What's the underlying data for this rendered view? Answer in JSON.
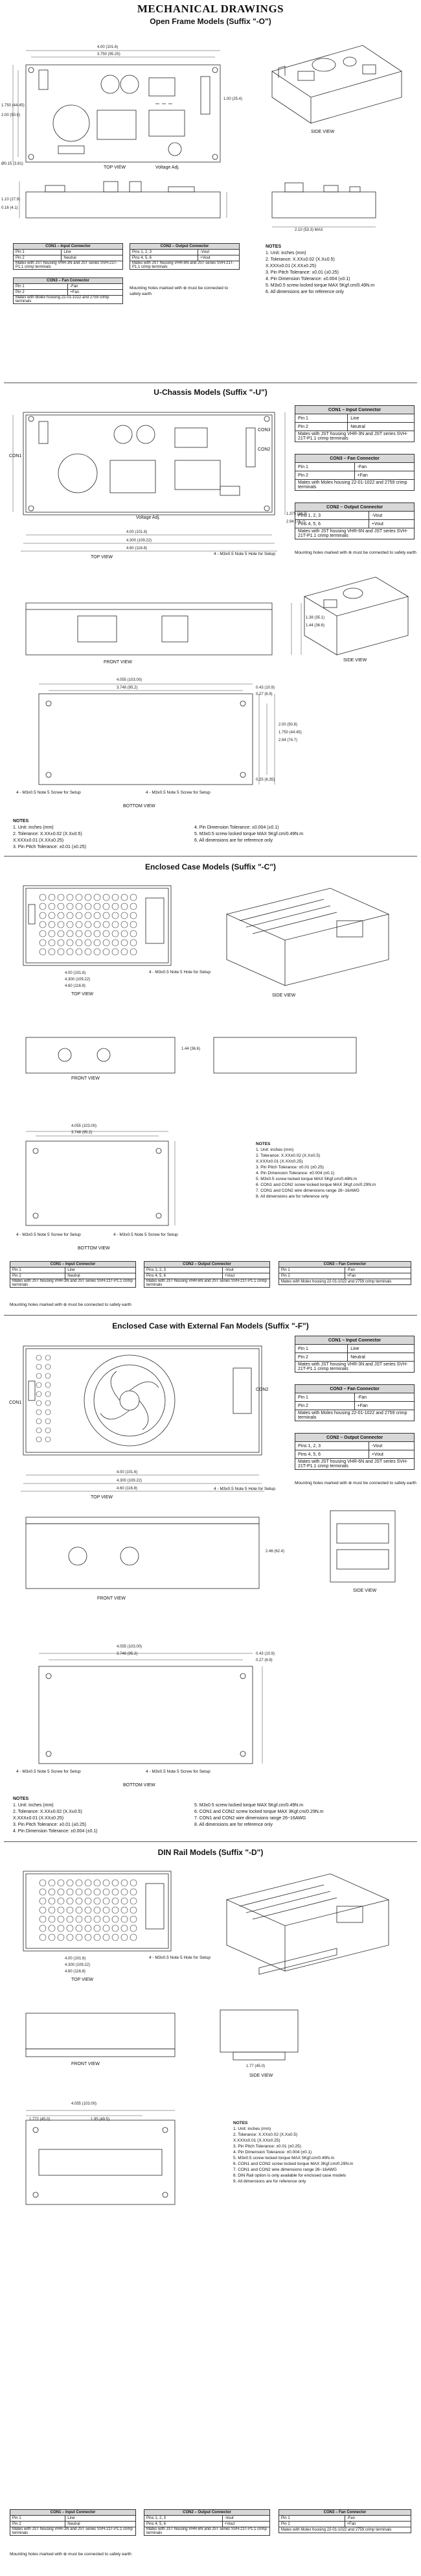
{
  "page": {
    "title": "MECHANICAL DRAWINGS"
  },
  "sections": {
    "open_frame": {
      "title": "Open Frame Models (Suffix \"-O\")",
      "top_view": "TOP VIEW",
      "side_view": "SIDE VIEW",
      "voltage_adj": "Voltage Adj.",
      "dims": {
        "w1": "4.00 (101.6)",
        "w2": "3.750 (95.25)",
        "h1": "1.750 (44.45)",
        "h2": "2.00 (50.8)",
        "side_h1": "1.10 (27.9)",
        "side_h2": "0.16 (4.1)",
        "dia": "Ø0.15 (3.81)",
        "pin_h": "1.00 (25.4)",
        "front_w": "2.10 (53.3) MAX"
      },
      "notes": {
        "title": "NOTES",
        "items": [
          "1. Unit: inches (mm)",
          "2. Tolerance: X.XX±0.02 (X.X±0.5)",
          "          X.XXX±0.01 (X.XX±0.25)",
          "3. Pin Pitch Tolerance: ±0.01 (±0.25)",
          "4. Pin Dimension Tolerance: ±0.004 (±0.1)",
          "5. M3x0.5 screw locked torque MAX 5Kgf.cm/0.49N.m",
          "6. All dimensions are for reference only"
        ]
      },
      "con1": {
        "header": "CON1 – Input Connector",
        "rows": [
          [
            "Pin 1",
            "Line"
          ],
          [
            "Pin 2",
            "Neutral"
          ]
        ],
        "mates": "Mates with JST housing VHR-3N and JST series SVH-21T-P1.1 crimp terminals"
      },
      "con2": {
        "header": "CON2 – Output Connector",
        "rows": [
          [
            "Pins 1, 2, 3",
            "-Vout"
          ],
          [
            "Pins 4, 5, 6",
            "+Vout"
          ]
        ],
        "mates": "Mates with JST housing VHR-6N and JST series SVH-21T-P1.1 crimp terminals"
      },
      "con3": {
        "header": "CON3 – Fan Connector",
        "rows": [
          [
            "Pin 1",
            "-Fan"
          ],
          [
            "Pin 2",
            "+Fan"
          ]
        ],
        "mates": "Mates with Molex housing 22-01-1022 and 2759 crimp terminals"
      },
      "mounting": "Mounting holes marked with ⊕ must be connected to safety earth"
    },
    "u_chassis": {
      "title": "U-Chassis Models (Suffix \"-U\")",
      "top_view": "TOP VIEW",
      "front_view": "FRONT VIEW",
      "side_view": "SIDE VIEW",
      "bottom_view": "BOTTOM VIEW",
      "voltage_adj": "Voltage Adj.",
      "con1_lbl": "CON1",
      "con2_lbl": "CON2",
      "con3_lbl": "CON3",
      "hole_note": "4 - M3x0.5 Note 5 Hole for Setup",
      "screw_note_l": "4 - M3x0.5 Note 5 Screw for Setup",
      "screw_note_r": "4 - M3x0.5 Note 5 Screw for Setup",
      "dims": {
        "w1": "4.00 (101.6)",
        "w2": "4.300 (109.22)",
        "w3": "4.60 (116.8)",
        "bw1": "4.055 (103.00)",
        "bw2": "3.748 (95.2)",
        "b_r1": "0.43 (10.9)",
        "b_r2": "0.27 (6.9)",
        "b_h1": "2.00 (50.8)",
        "b_h2": "1.750 (44.45)",
        "b_h3": "2.94 (74.7)",
        "fv_h1": "1.38 (35.1)",
        "fv_h2": "1.44 (36.6)",
        "tv_h1": "1.375 (34.9)",
        "tv_h2": "2.94 (74.7)",
        "b_bottom": "0.25 (6.35)"
      },
      "con1": {
        "header": "CON1 – Input Connector",
        "rows": [
          [
            "Pin 1",
            "Line"
          ],
          [
            "Pin 2",
            "Neutral"
          ]
        ],
        "mates": "Mates with JST housing VHR-3N and JST series SVH-21T-P1.1 crimp terminals"
      },
      "con3": {
        "header": "CON3 – Fan Connector",
        "rows": [
          [
            "Pin 1",
            "-Fan"
          ],
          [
            "Pin 2",
            "+Fan"
          ]
        ],
        "mates": "Mates with Molex housing 22-01-1022 and 2759 crimp terminals"
      },
      "con2": {
        "header": "CON2 – Output Connector",
        "rows": [
          [
            "Pins 1, 2, 3",
            "-Vout"
          ],
          [
            "Pins 4, 5, 6",
            "+Vout"
          ]
        ],
        "mates": "Mates with JST housing VHR-6N and JST series SVH-21T-P1.1 crimp terminals"
      },
      "mounting": "Mounting holes marked with ⊕ must be connected to safety earth",
      "notes": {
        "title": "NOTES",
        "col1": [
          "1. Unit: inches (mm)",
          "2. Tolerance: X.XX±0.02 (X.X±0.5)",
          "                X.XXX±0.01 (X.XX±0.25)",
          "3. Pin Pitch Tolerance: ±0.01 (±0.25)"
        ],
        "col2": [
          "4. Pin Dimension Tolerance: ±0.004 (±0.1)",
          "5. M3x0.5 screw locked torque MAX 5Kgf.cm/0.49N.m",
          "6. All dimensions are for reference only"
        ]
      }
    },
    "enclosed": {
      "title": "Enclosed Case Models (Suffix \"-C\")",
      "top_view": "TOP VIEW",
      "front_view": "FRONT VIEW",
      "side_view": "SIDE VIEW",
      "bottom_view": "BOTTOM VIEW",
      "hole_note": "4 - M3x0.5 Note 5 Hole for Setup",
      "screw_note_l": "4 - M3x0.5 Note 5 Screw for Setup",
      "screw_note_r": "4 - M3x0.5 Note 5 Screw for Setup",
      "dims": {
        "w1": "4.00 (101.6)",
        "w2": "4.300 (109.22)",
        "w3": "4.60 (116.8)",
        "bw1": "4.055 (103.00)",
        "bw2": "3.748 (95.2)",
        "fv_h": "1.44 (36.6)"
      },
      "notes": {
        "title": "NOTES",
        "items": [
          "1. Unit: inches (mm)",
          "2. Tolerance: X.XX±0.02 (X.X±0.5)",
          "    X.XXX±0.01 (X.XX±0.25)",
          "3. Pin Pitch Tolerance: ±0.01 (±0.25)",
          "4. Pin Dimension Tolerance: ±0.004 (±0.1)",
          "5. M3x0.5 screw locked torque MAX 5Kgf.cm/0.49N.m",
          "6. CON1 and CON2 screw locked torque MAX 3Kgf.cm/0.29N.m",
          "7. CON1 and CON2 wire dimensions range 26~16AWG",
          "8. All dimensions are for reference only"
        ]
      },
      "con1": {
        "header": "CON1 – Input Connector",
        "rows": [
          [
            "Pin 1",
            "Line"
          ],
          [
            "Pin 2",
            "Neutral"
          ]
        ],
        "mates": "Mates with JST housing VHR-3N and JST series SVH-21T-P1.1 crimp terminals"
      },
      "con2": {
        "header": "CON2 – Output Connector",
        "rows": [
          [
            "Pins 1, 2, 3",
            "-Vout"
          ],
          [
            "Pins 4, 5, 6",
            "+Vout"
          ]
        ],
        "mates": "Mates with JST housing VHR-6N and JST series SVH-21T-P1.1 crimp terminals"
      },
      "con3": {
        "header": "CON3 – Fan Connector",
        "rows": [
          [
            "Pin 1",
            "-Fan"
          ],
          [
            "Pin 2",
            "+Fan"
          ]
        ],
        "mates": "Mates with Molex housing 22-01-1022 and 2759 crimp terminals"
      },
      "mounting": "Mounting holes marked with ⊕ must be connected to safety earth"
    },
    "enclosed_fan": {
      "title": "Enclosed Case with External Fan Models (Suffix \"-F\")",
      "top_view": "TOP VIEW",
      "front_view": "FRONT VIEW",
      "side_view": "SIDE VIEW",
      "bottom_view": "BOTTOM VIEW",
      "hole_note": "4 - M3x0.5 Note 5 Hole for Setup",
      "screw_note_l": "4 - M3x0.5 Note 5 Screw for Setup",
      "screw_note_r": "4 - M3x0.5 Note 5 Screw for Setup",
      "con1_lbl": "CON1",
      "con2_lbl": "CON2",
      "dims": {
        "w1": "4.00 (101.6)",
        "w2": "4.300 (109.22)",
        "w3": "4.60 (116.8)",
        "bw1": "4.055 (103.00)",
        "bw2": "3.748 (95.2)",
        "b_r1": "0.43 (10.9)",
        "b_r2": "0.27 (6.9)",
        "fv_h": "2.46 (62.4)"
      },
      "con1": {
        "header": "CON1 – Input Connector",
        "rows": [
          [
            "Pin 1",
            "Line"
          ],
          [
            "Pin 2",
            "Neutral"
          ]
        ],
        "mates": "Mates with JST housing VHR-3N and JST series SVH-21T-P1.1 crimp terminals"
      },
      "con3": {
        "header": "CON3 – Fan Connector",
        "rows": [
          [
            "Pin 1",
            "-Fan"
          ],
          [
            "Pin 2",
            "+Fan"
          ]
        ],
        "mates": "Mates with Molex housing 22-01-1022 and 2759 crimp terminals"
      },
      "con2": {
        "header": "CON2 – Output Connector",
        "rows": [
          [
            "Pins 1, 2, 3",
            "-Vout"
          ],
          [
            "Pins 4, 5, 6",
            "+Vout"
          ]
        ],
        "mates": "Mates with JST housing VHR-6N and JST series SVH-21T-P1.1 crimp terminals"
      },
      "mounting": "Mounting holes marked with ⊕ must be connected to safety earth",
      "notes": {
        "title": "NOTES",
        "col1": [
          "1. Unit: inches (mm)",
          "2. Tolerance: X.XX±0.02 (X.X±0.5)",
          "                X.XXX±0.01 (X.XX±0.25)",
          "3. Pin Pitch Tolerance: ±0.01 (±0.25)",
          "4. Pin Dimension Tolerance: ±0.004 (±0.1)"
        ],
        "col2": [
          "5. M3x0.5 screw locked torque MAX 5Kgf.cm/0.49N.m",
          "6. CON1 and CON2 screw locked torque MAX 3Kgf.cm/0.29N.m",
          "7. CON1 and CON2 wire dimensions range 26~16AWG",
          "8. All dimensions are for reference only"
        ]
      }
    },
    "din_rail": {
      "title": "DIN Rail Models (Suffix \"-D\")",
      "top_view": "TOP VIEW",
      "front_view": "FRONT VIEW",
      "side_view": "SIDE VIEW",
      "hole_note": "4 - M3x0.5 Note 5 Hole for Setup",
      "dims": {
        "w1": "4.00 (101.6)",
        "w2": "4.300 (109.22)",
        "w3": "4.60 (116.8)",
        "bw1": "4.055 (103.00)",
        "b_l": "1.772 (45.0)",
        "b_m": "1.95 (49.5)",
        "fv_h": "1.77 (45.0)"
      },
      "notes": {
        "title": "NOTES",
        "items": [
          "1. Unit: inches (mm)",
          "2. Tolerance: X.XX±0.02 (X.X±0.5)",
          "    X.XXX±0.01 (X.XX±0.25)",
          "3. Pin Pitch Tolerance: ±0.01 (±0.25)",
          "4. Pin Dimension Tolerance: ±0.004 (±0.1)",
          "5. M3x0.5 screw locked torque MAX 5Kgf.cm/0.49N.m",
          "6. CON1 and CON2 screw locked torque MAX 3Kgf.cm/0.29N.m",
          "7. CON1 and CON2 wire dimensions range 26~16AWG",
          "8. DIN Rail option is only available for enclosed case models",
          "9. All dimensions are for reference only"
        ]
      },
      "con1": {
        "header": "CON1 – Input Connector",
        "rows": [
          [
            "Pin 1",
            "Line"
          ],
          [
            "Pin 2",
            "Neutral"
          ]
        ],
        "mates": "Mates with JST housing VHR-3N and JST series SVH-21T-P1.1 crimp terminals"
      },
      "con2": {
        "header": "CON2 – Output Connector",
        "rows": [
          [
            "Pins 1, 2, 3",
            "-Vout"
          ],
          [
            "Pins 4, 5, 6",
            "+Vout"
          ]
        ],
        "mates": "Mates with JST housing VHR-6N and JST series SVH-21T-P1.1 crimp terminals"
      },
      "con3": {
        "header": "CON3 – Fan Connector",
        "rows": [
          [
            "Pin 1",
            "-Fan"
          ],
          [
            "Pin 2",
            "+Fan"
          ]
        ],
        "mates": "Mates with Molex housing 22-01-1022 and 2759 crimp terminals"
      },
      "mounting": "Mounting holes marked with ⊕ must be connected to safety earth"
    }
  }
}
